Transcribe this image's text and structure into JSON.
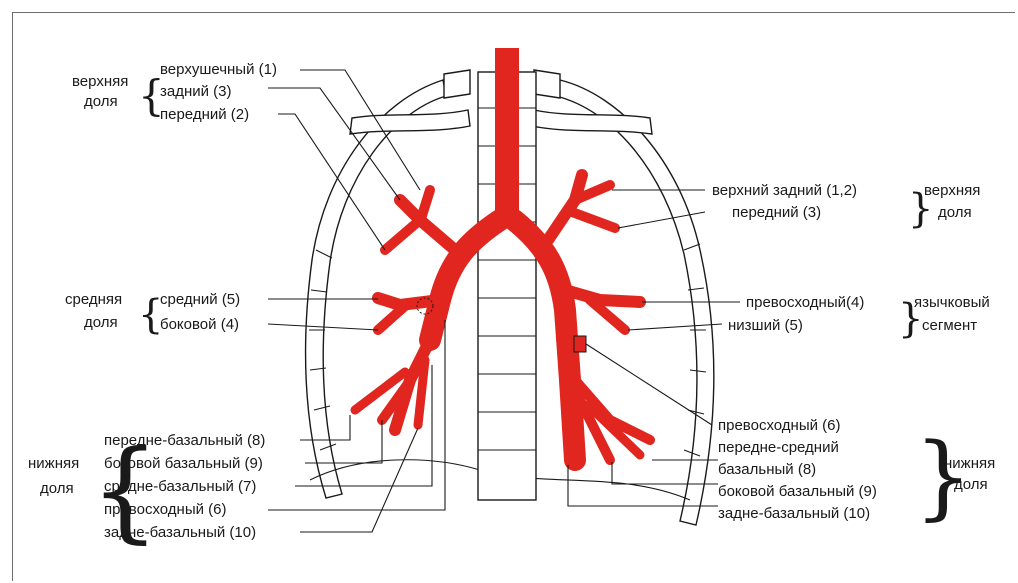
{
  "colors": {
    "bronchi": "#e0261f",
    "outline": "#1a1a1a",
    "background": "#ffffff"
  },
  "left_side": {
    "upper_lobe": {
      "group_line1": "верхняя",
      "group_line2": "доля",
      "items": [
        "верхушечный (1)",
        "задний (3)",
        "передний (2)"
      ]
    },
    "middle_lobe": {
      "group_line1": "средняя",
      "group_line2": "доля",
      "items": [
        "средний (5)",
        "боковой (4)"
      ]
    },
    "lower_lobe": {
      "group_line1": "нижняя",
      "group_line2": "доля",
      "items": [
        "передне-базальный (8)",
        "боковой базальный (9)",
        "средне-базальный (7)",
        "превосходный (6)",
        "задне-базальный (10)"
      ]
    }
  },
  "right_side": {
    "upper_lobe": {
      "group_line1": "верхняя",
      "group_line2": "доля",
      "items": [
        "верхний задний (1,2)",
        "передний (3)"
      ]
    },
    "lingula": {
      "group_line1": "язычковый",
      "group_line2": "сегмент",
      "items": [
        "превосходный(4)",
        "низший (5)"
      ]
    },
    "lower_lobe": {
      "group_line1": "нижняя",
      "group_line2": "доля",
      "items": [
        "превосходный (6)",
        "передне-средний",
        "базальный (8)",
        "боковой базальный (9)",
        "задне-базальный (10)"
      ]
    }
  }
}
